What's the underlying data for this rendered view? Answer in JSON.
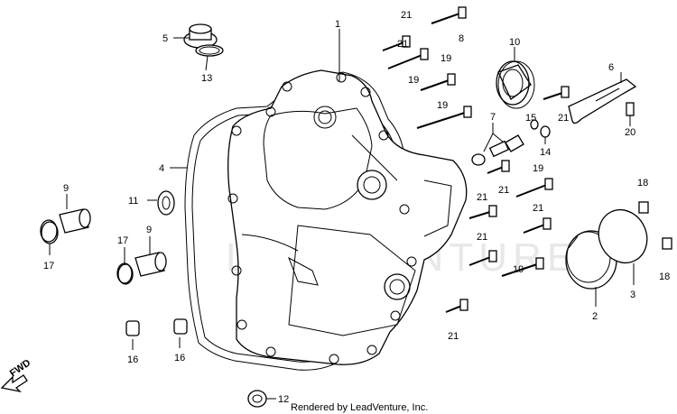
{
  "callouts": {
    "c1": "1",
    "c2": "2",
    "c3": "3",
    "c4": "4",
    "c5": "5",
    "c6": "6",
    "c7": "7",
    "c8": "8",
    "c9a": "9",
    "c9b": "9",
    "c10": "10",
    "c11": "11",
    "c12": "12",
    "c13": "13",
    "c14": "14",
    "c15": "15",
    "c16a": "16",
    "c16b": "16",
    "c17a": "17",
    "c17b": "17",
    "c18a": "18",
    "c18b": "18",
    "c19a": "19",
    "c19b": "19",
    "c19c": "19",
    "c19d": "19",
    "c20": "20",
    "c21a": "21",
    "c21b": "21",
    "c21c": "21",
    "c21d": "21",
    "c21e": "21",
    "c21f": "21",
    "c21g": "21",
    "c21h": "21"
  },
  "fwd_label": "FWD",
  "watermark": "LEADVENTURE",
  "footer": "Rendered by LeadVenture, Inc."
}
